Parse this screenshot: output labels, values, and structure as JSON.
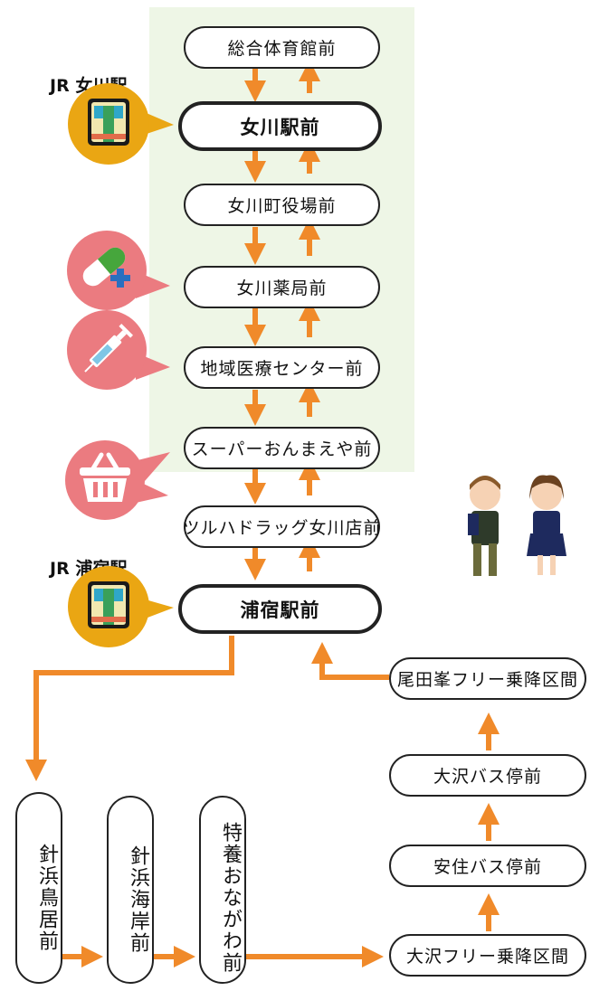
{
  "colors": {
    "arrow": "#f08a2a",
    "zone_bg": "#eef6e6",
    "station_bubble": "#eaa613",
    "health_bubble": "#eb7b80"
  },
  "station_labels": {
    "onagawa": "JR 女川駅",
    "urashuku": "JR 浦宿駅"
  },
  "trunk_stops": [
    "総合体育館前",
    "女川駅前",
    "女川町役場前",
    "女川薬局前",
    "地域医療センター前",
    "スーパーおんまえや前",
    "ツルハドラッグ女川店前",
    "浦宿駅前"
  ],
  "branch_left": [
    "針浜鳥居前",
    "針浜海岸前",
    "特養おながわ前"
  ],
  "branch_right": [
    "大沢フリー乗降区間",
    "安住バス停前",
    "大沢バス停前",
    "尾田峯フリー乗降区間"
  ],
  "icons": [
    "train-icon",
    "capsule-icon",
    "syringe-icon",
    "basket-icon",
    "train-icon",
    "students-illustration"
  ]
}
